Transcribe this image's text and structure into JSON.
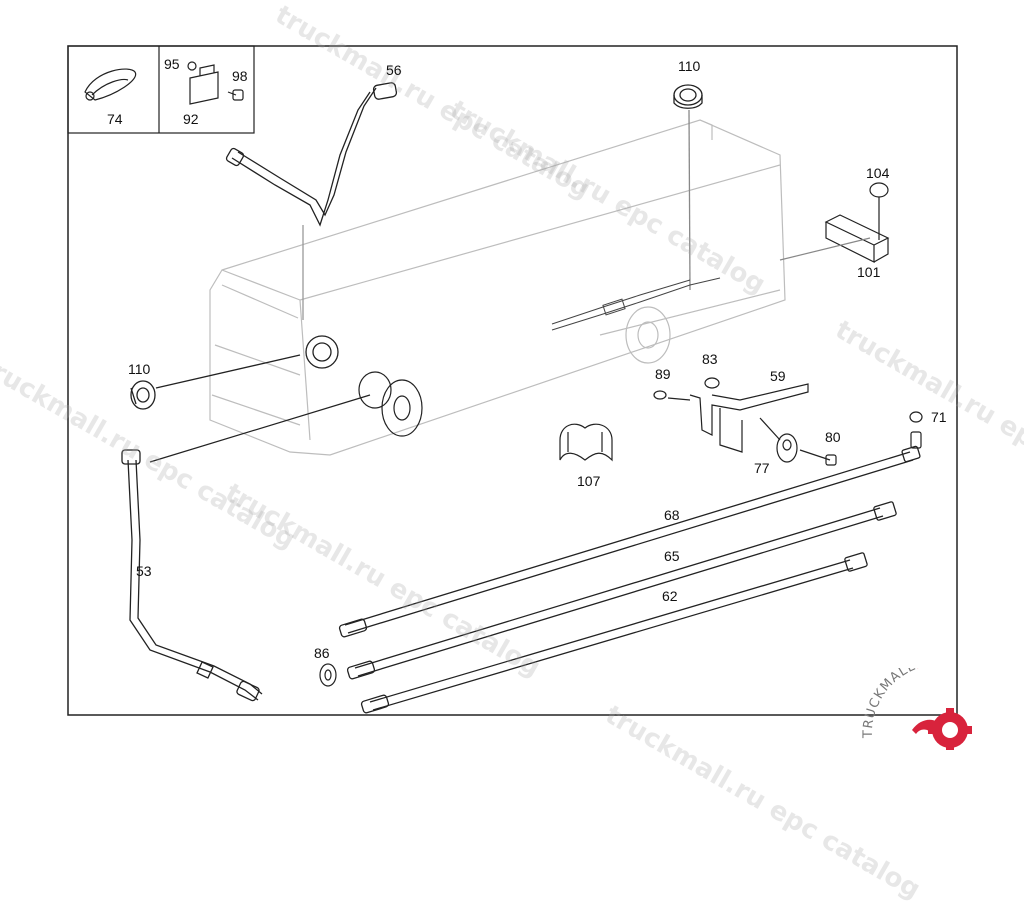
{
  "diagram": {
    "watermark_text": "truckmall.ru epc catalog",
    "inset_labels": [
      "74",
      "95",
      "98",
      "92"
    ],
    "part_labels": [
      "56",
      "110",
      "104",
      "101",
      "110",
      "83",
      "59",
      "89",
      "71",
      "80",
      "77",
      "107",
      "68",
      "65",
      "53",
      "62",
      "86"
    ],
    "logo": {
      "text": "TRUCKMALLPARTS",
      "accent_color": "#d8233c"
    },
    "colors": {
      "line": "#222222",
      "light_line": "#bbbbbb",
      "accent": "#d8233c"
    }
  }
}
